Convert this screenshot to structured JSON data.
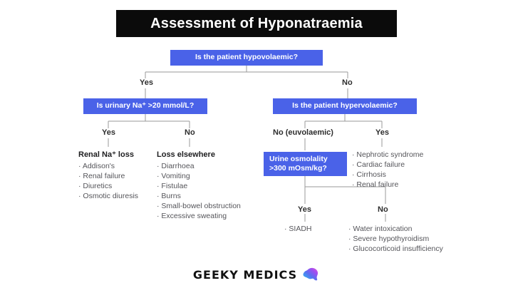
{
  "title": "Assessment of Hyponatraemia",
  "colors": {
    "decision_box": "#4a62e8",
    "title_bar": "#0b0b0b",
    "connector": "#9a9a9a",
    "background": "#ffffff",
    "body_text": "#55555a",
    "heading_text": "#1d1d1f"
  },
  "boxes": {
    "hypovolaemic": "Is the patient hypovolaemic?",
    "urinary_na": "Is urinary Na⁺ >20 mmol/L?",
    "hypervolaemic": "Is the patient hypervolaemic?",
    "urine_osmolality_line1": "Urine osmolality",
    "urine_osmolality_line2": ">300 mOsm/kg?"
  },
  "edge_labels": {
    "hypovolaemic_yes": "Yes",
    "hypovolaemic_no": "No",
    "urinary_na_yes": "Yes",
    "urinary_na_no": "No",
    "hypervolaemic_no": "No (euvolaemic)",
    "hypervolaemic_yes": "Yes",
    "osmolality_yes": "Yes",
    "osmolality_no": "No"
  },
  "lists": {
    "renal_na_loss": {
      "heading": "Renal Na⁺ loss",
      "items": [
        "Addison's",
        "Renal failure",
        "Diuretics",
        "Osmotic diuresis"
      ]
    },
    "loss_elsewhere": {
      "heading": "Loss elsewhere",
      "items": [
        "Diarrhoea",
        "Vomiting",
        "Fistulae",
        "Burns",
        "Small-bowel obstruction",
        "Excessive sweating"
      ]
    },
    "hypervolaemic_causes": {
      "heading": "",
      "items": [
        "Nephrotic syndrome",
        "Cardiac failure",
        "Cirrhosis",
        "Renal failure"
      ]
    },
    "osmolality_yes_causes": {
      "heading": "",
      "items": [
        "SIADH"
      ]
    },
    "osmolality_no_causes": {
      "heading": "",
      "items": [
        "Water intoxication",
        "Severe hypothyroidism",
        "Glucocorticoid insufficiency"
      ]
    }
  },
  "brand": {
    "name": "GEEKY MEDICS",
    "logo": "brain-icon"
  }
}
